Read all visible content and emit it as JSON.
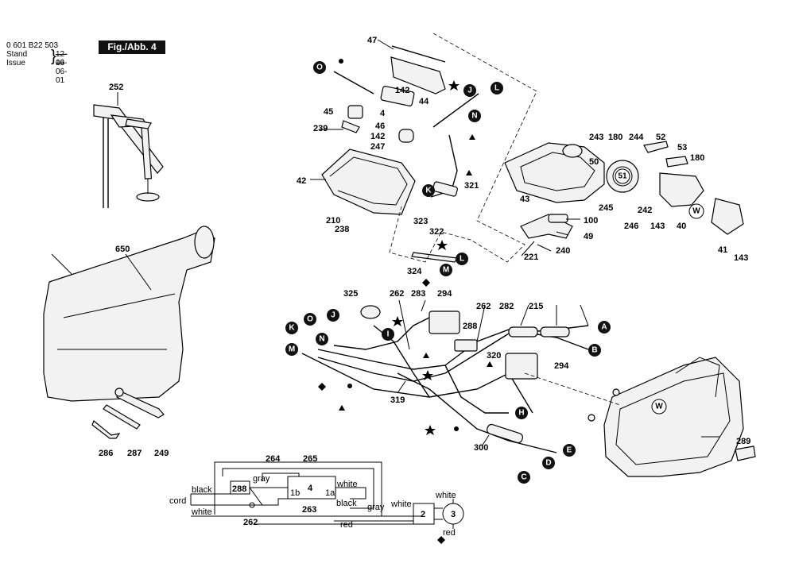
{
  "header": {
    "part_number": "0 601 B22 503",
    "stand_label": "Stand",
    "stand_date": "12-09",
    "issue_label": "Issue",
    "issue_date": "16-06-01",
    "figure_label": "Fig./Abb. 4"
  },
  "part_numbers": [
    "47",
    "44",
    "142",
    "4",
    "45",
    "239",
    "46",
    "142",
    "247",
    "42",
    "210",
    "238",
    "252",
    "650",
    "323",
    "322",
    "321",
    "324",
    "243",
    "180",
    "244",
    "52",
    "53",
    "180",
    "50",
    "51",
    "43",
    "245",
    "246",
    "242",
    "143",
    "40",
    "41",
    "143",
    "100",
    "49",
    "221",
    "240",
    "325",
    "262",
    "283",
    "294",
    "262",
    "282",
    "215",
    "288",
    "320",
    "294",
    "319",
    "300",
    "289",
    "286",
    "287",
    "249",
    "264",
    "265",
    "4",
    "288",
    "263",
    "262",
    "2",
    "3"
  ],
  "connectors": [
    "O",
    "J",
    "L",
    "N",
    "K",
    "L",
    "M",
    "A",
    "B",
    "O",
    "J",
    "I",
    "K",
    "N",
    "M",
    "H",
    "E",
    "D",
    "C",
    "W",
    "W",
    "51"
  ],
  "wiring": {
    "labels": [
      "black",
      "gray",
      "white",
      "1b",
      "1a",
      "black",
      "cord",
      "white",
      "gray",
      "white",
      "red",
      "white",
      "red"
    ]
  }
}
